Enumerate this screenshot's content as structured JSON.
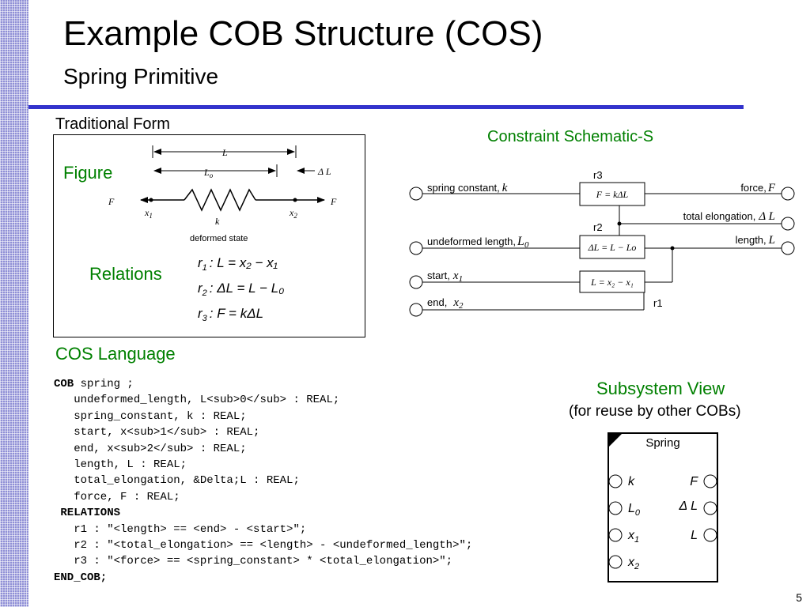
{
  "header": {
    "title": "Example COB Structure (COS)",
    "subtitle": "Spring Primitive"
  },
  "traditional": {
    "heading": "Traditional Form",
    "figure_label": "Figure",
    "relations_label": "Relations",
    "fig": {
      "L": "L",
      "Lo": "L",
      "Lo_sub": "o",
      "dL": "Δ L",
      "F_left": "F",
      "F_right": "F",
      "x1": "x",
      "x1_sub": "1",
      "x2": "x",
      "x2_sub": "2",
      "k": "k",
      "caption": "deformed state"
    },
    "relations": [
      {
        "name": "r",
        "sub": "1",
        "eq": ": L = x₂ − x₁"
      },
      {
        "name": "r",
        "sub": "2",
        "eq": ": ΔL = L − L₀"
      },
      {
        "name": "r",
        "sub": "3",
        "eq": ": F = kΔL"
      }
    ]
  },
  "schematic": {
    "heading": "Constraint Schematic-S",
    "r3": "r3",
    "r2": "r2",
    "r1": "r1",
    "eq_r3": "F = kΔL",
    "eq_r2": "ΔL = L − Lo",
    "eq_r1": "L = x₂ − x₁",
    "left": [
      {
        "text": "spring constant,",
        "sym": "k",
        "sub": ""
      },
      {
        "text": "undeformed length,",
        "sym": "L",
        "sub": "0"
      },
      {
        "text": "start,",
        "sym": "x",
        "sub": "1"
      },
      {
        "text": "end,",
        "sym": "x",
        "sub": "2"
      }
    ],
    "right": [
      {
        "text": "force,",
        "sym": "F"
      },
      {
        "text": "total elongation,",
        "sym": "Δ L"
      },
      {
        "text": "length,",
        "sym": "L"
      }
    ]
  },
  "cos": {
    "heading": "COS Language",
    "lines": [
      {
        "kw": "COB",
        "rest": " spring ;"
      },
      {
        "kw": "",
        "rest": "   undeformed_length, L<sub>0</sub> : REAL;"
      },
      {
        "kw": "",
        "rest": "   spring_constant, k : REAL;"
      },
      {
        "kw": "",
        "rest": "   start, x<sub>1</sub> : REAL;"
      },
      {
        "kw": "",
        "rest": "   end, x<sub>2</sub> : REAL;"
      },
      {
        "kw": "",
        "rest": "   length, L : REAL;"
      },
      {
        "kw": "",
        "rest": "   total_elongation, &Delta;L : REAL;"
      },
      {
        "kw": "",
        "rest": "   force, F : REAL;"
      },
      {
        "kw": " RELATIONS",
        "rest": ""
      },
      {
        "kw": "",
        "rest": "   r1 : \"<length> == <end> - <start>\";"
      },
      {
        "kw": "",
        "rest": "   r2 : \"<total_elongation> == <length> - <undeformed_length>\";"
      },
      {
        "kw": "",
        "rest": "   r3 : \"<force> == <spring_constant> * <total_elongation>\";"
      },
      {
        "kw": "END_COB;",
        "rest": ""
      }
    ]
  },
  "subsystem": {
    "heading": "Subsystem View",
    "subheading": "(for reuse by other COBs)",
    "name": "Spring",
    "left_ports": [
      {
        "sym": "k",
        "sub": ""
      },
      {
        "sym": "L",
        "sub": "0"
      },
      {
        "sym": "x",
        "sub": "1"
      },
      {
        "sym": "x",
        "sub": "2"
      }
    ],
    "right_ports": [
      "F",
      "Δ L",
      "L"
    ]
  },
  "page_number": "5"
}
